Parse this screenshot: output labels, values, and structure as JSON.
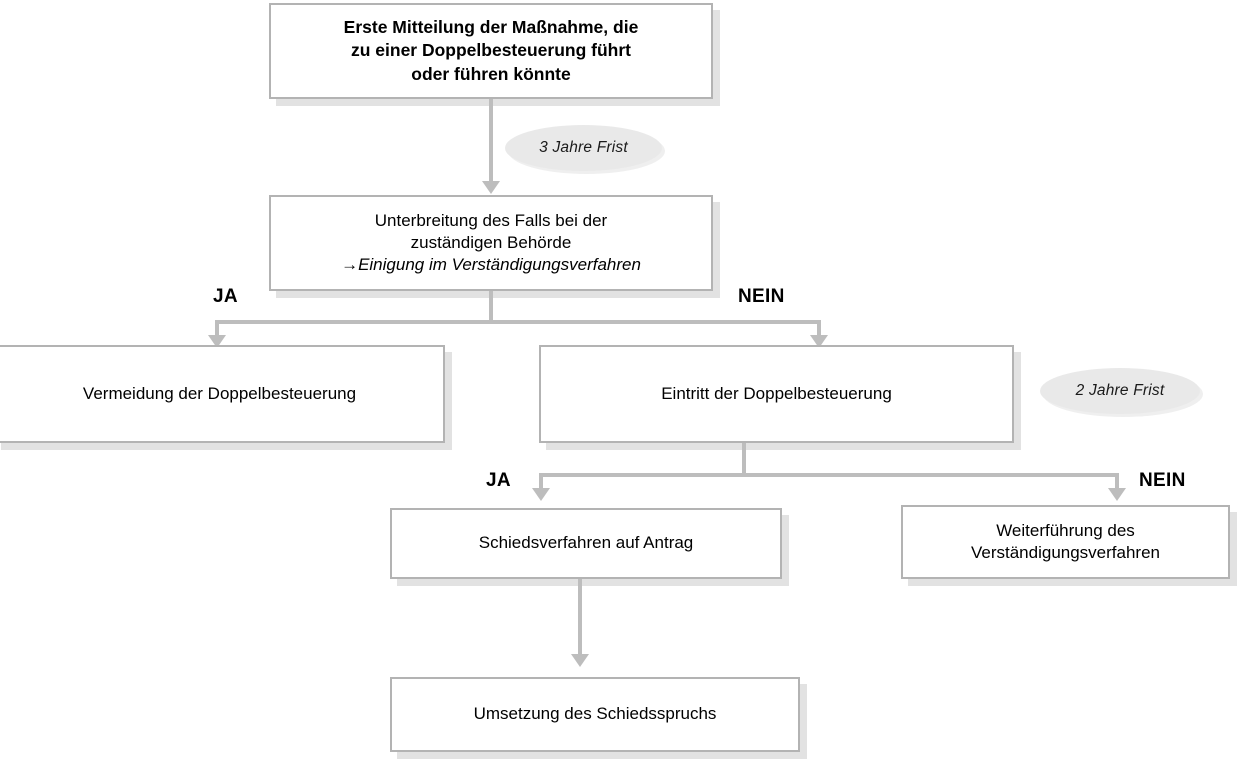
{
  "diagram": {
    "title": "Ablauf Verstaendigungs- und Schiedsverfahren",
    "accent_color": "#bdbdbd",
    "box_border_color": "#b3b3b3",
    "shadow_color": "#e2e2e2",
    "ellipse_fill": "#e9e9e9"
  },
  "nodes": {
    "first_notice": {
      "line1": "Erste Mitteilung der Maßnahme, die",
      "line2": "zu einer Doppelbesteuerung führt",
      "line3": "oder führen könnte"
    },
    "submission": {
      "line1": "Unterbreitung des Falls bei der",
      "line2": "zuständigen Behörde",
      "line3": "→Einigung im Verständigungsverfahren"
    },
    "avoidance": {
      "line1": "Vermeidung der Doppelbesteuerung"
    },
    "occurrence": {
      "line1": "Eintritt der Doppelbesteuerung"
    },
    "arbitration_request": {
      "line1": "Schiedsverfahren auf Antrag"
    },
    "continuation": {
      "line1": "Weiterführung des",
      "line2": "Verständigungsverfahren"
    },
    "implementation": {
      "line1": "Umsetzung des Schiedsspruchs"
    }
  },
  "annotations": {
    "deadline_three_years": "3 Jahre Frist",
    "deadline_two_years": "2 Jahre Frist",
    "branch1_yes": "JA",
    "branch1_no": "NEIN",
    "branch2_yes": "JA",
    "branch2_no": "NEIN"
  }
}
